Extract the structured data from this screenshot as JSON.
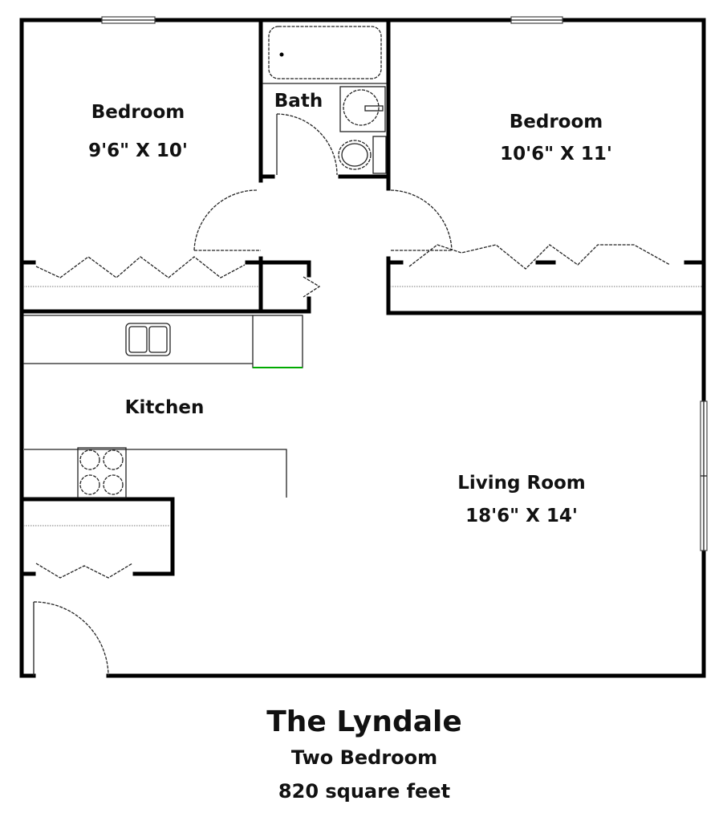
{
  "rooms": {
    "bedroom_left": {
      "name": "Bedroom",
      "size": "9'6\" X 10'"
    },
    "bath": {
      "name": "Bath"
    },
    "bedroom_right": {
      "name": "Bedroom",
      "size": "10'6\" X 11'"
    },
    "kitchen": {
      "name": "Kitchen"
    },
    "living_room": {
      "name": "Living Room",
      "size": "18'6\" X 14'"
    }
  },
  "caption": {
    "title": "The Lyndale",
    "subtitle": "Two Bedroom",
    "area": "820 square feet"
  }
}
